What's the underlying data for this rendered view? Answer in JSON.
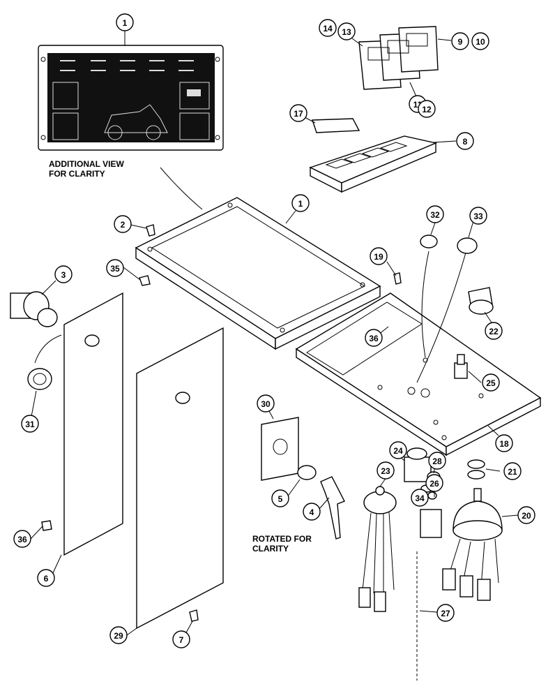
{
  "captions": {
    "additional_view": [
      "ADDITIONAL VIEW",
      "FOR CLARITY"
    ],
    "rotated": [
      "ROTATED FOR",
      "CLARITY"
    ]
  },
  "callouts": [
    {
      "n": "1"
    },
    {
      "n": "1"
    },
    {
      "n": "2"
    },
    {
      "n": "3"
    },
    {
      "n": "4"
    },
    {
      "n": "5"
    },
    {
      "n": "6"
    },
    {
      "n": "7"
    },
    {
      "n": "8"
    },
    {
      "n": "9"
    },
    {
      "n": "10"
    },
    {
      "n": "11"
    },
    {
      "n": "12"
    },
    {
      "n": "13"
    },
    {
      "n": "14"
    },
    {
      "n": "17"
    },
    {
      "n": "18"
    },
    {
      "n": "19"
    },
    {
      "n": "20"
    },
    {
      "n": "21"
    },
    {
      "n": "22"
    },
    {
      "n": "23"
    },
    {
      "n": "24"
    },
    {
      "n": "25"
    },
    {
      "n": "26"
    },
    {
      "n": "27"
    },
    {
      "n": "28"
    },
    {
      "n": "29"
    },
    {
      "n": "30"
    },
    {
      "n": "31"
    },
    {
      "n": "32"
    },
    {
      "n": "33"
    },
    {
      "n": "34"
    },
    {
      "n": "35"
    },
    {
      "n": "36"
    },
    {
      "n": "36"
    }
  ]
}
